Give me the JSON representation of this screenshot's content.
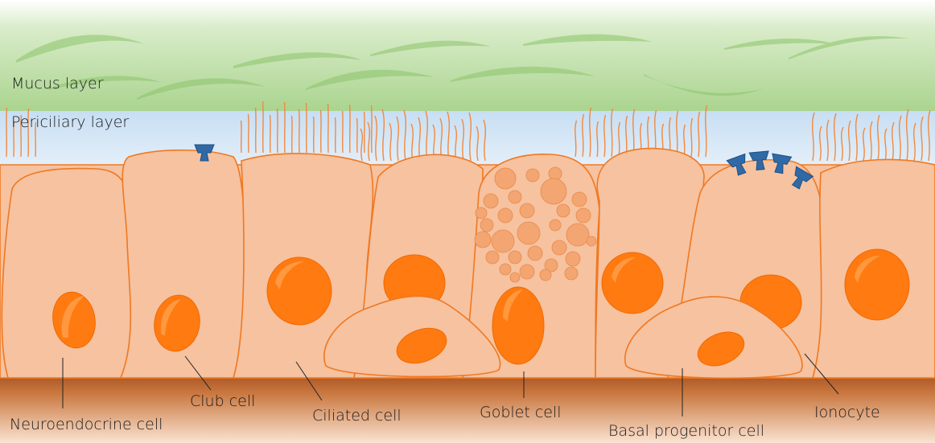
{
  "layers": {
    "mucus": "Mucus layer",
    "periciliary": "Periciliary layer"
  },
  "cells": {
    "neuroendocrine": "Neuroendocrine cell",
    "club": "Club cell",
    "ciliated": "Ciliated cell",
    "goblet": "Goblet cell",
    "basal": "Basal progenitor cell",
    "ionocyte": "Ionocyte"
  },
  "colors": {
    "mucus": "#9ccc7f",
    "periciliary": "#cfe4f5",
    "cytoplasm": "#f6c2a0",
    "outline": "#f07820",
    "nucleus": "#ff7a10",
    "basement": "#b45a2a",
    "channel": "#2f6aa6"
  }
}
